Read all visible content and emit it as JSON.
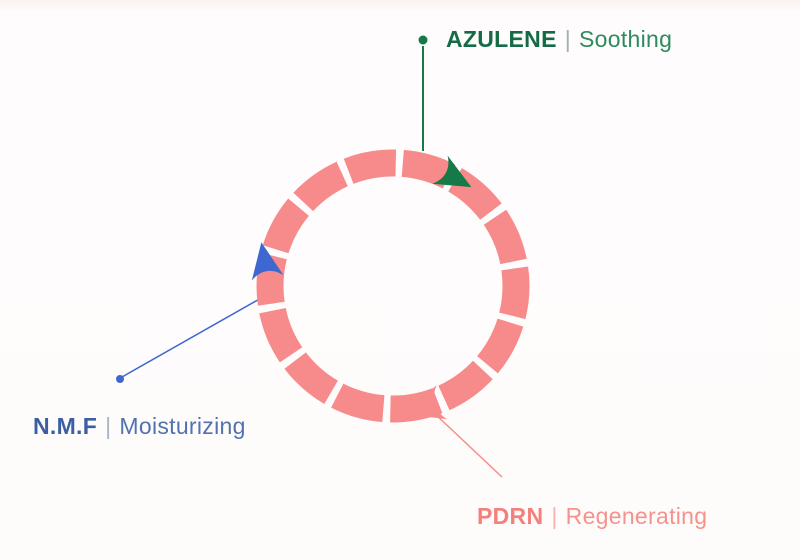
{
  "background_color": "#fdfcfb",
  "diagram": {
    "title": "ingredient-cycle",
    "ring_color": "#f78b8b"
  },
  "labels": {
    "azulene": {
      "name": "AZULENE",
      "separator": "|",
      "descriptor": "Soothing",
      "name_color": "#156b46",
      "separator_color": "#9fb3a8",
      "descriptor_color": "#2e8a5e",
      "accent_color": "#157a48"
    },
    "nmf": {
      "name": "N.M.F",
      "separator": "|",
      "descriptor": "Moisturizing",
      "name_color": "#3c5fa3",
      "separator_color": "#a9b4c6",
      "descriptor_color": "#5271ae",
      "accent_color": "#3e68cf"
    },
    "pdrn": {
      "name": "PDRN",
      "separator": "|",
      "descriptor": "Regenerating",
      "name_color": "#f57f7b",
      "separator_color": "#f8b3b0",
      "descriptor_color": "#f7918d",
      "accent_color": "#f78b8b"
    }
  }
}
